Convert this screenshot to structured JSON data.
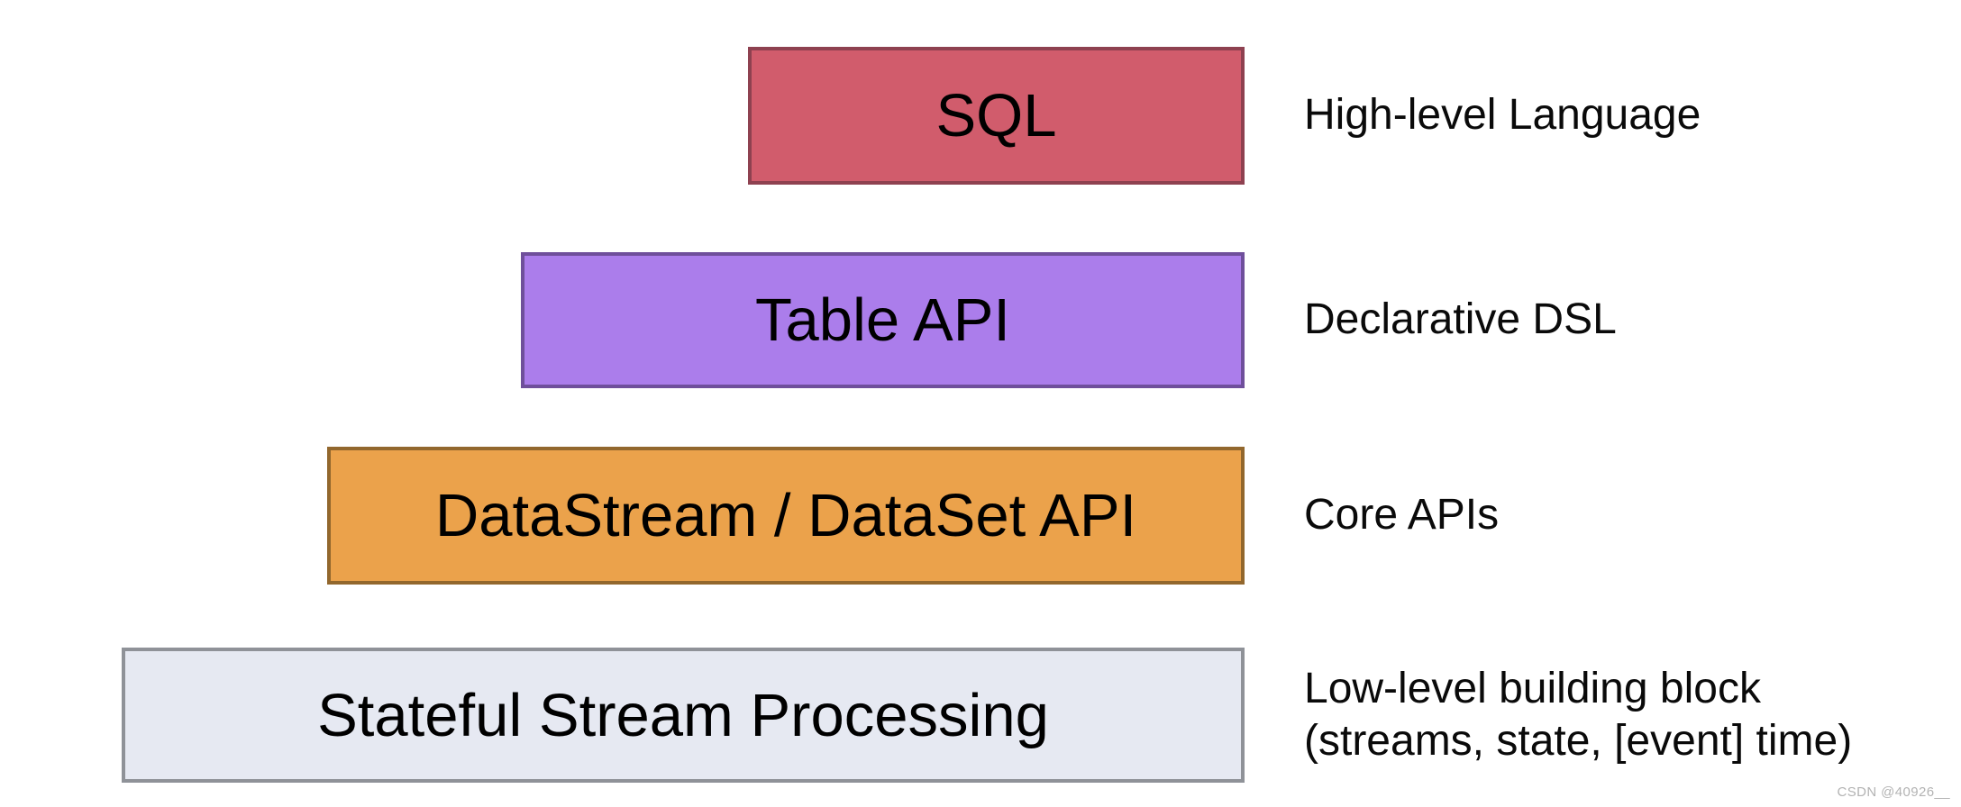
{
  "layers": [
    {
      "title": "SQL",
      "description_lines": [
        "High-level Language"
      ],
      "fill": "#d15c6c",
      "border": "#8e4150"
    },
    {
      "title": "Table API",
      "description_lines": [
        "Declarative DSL"
      ],
      "fill": "#ab7deb",
      "border": "#6f4f9b"
    },
    {
      "title": "DataStream / DataSet API",
      "description_lines": [
        "Core APIs"
      ],
      "fill": "#eba24b",
      "border": "#92672d"
    },
    {
      "title": "Stateful Stream Processing",
      "description_lines": [
        "Low-level building block",
        "(streams, state, [event] time)"
      ],
      "fill": "#e6e9f2",
      "border": "#8f9298"
    }
  ],
  "watermark": "CSDN @40926__"
}
